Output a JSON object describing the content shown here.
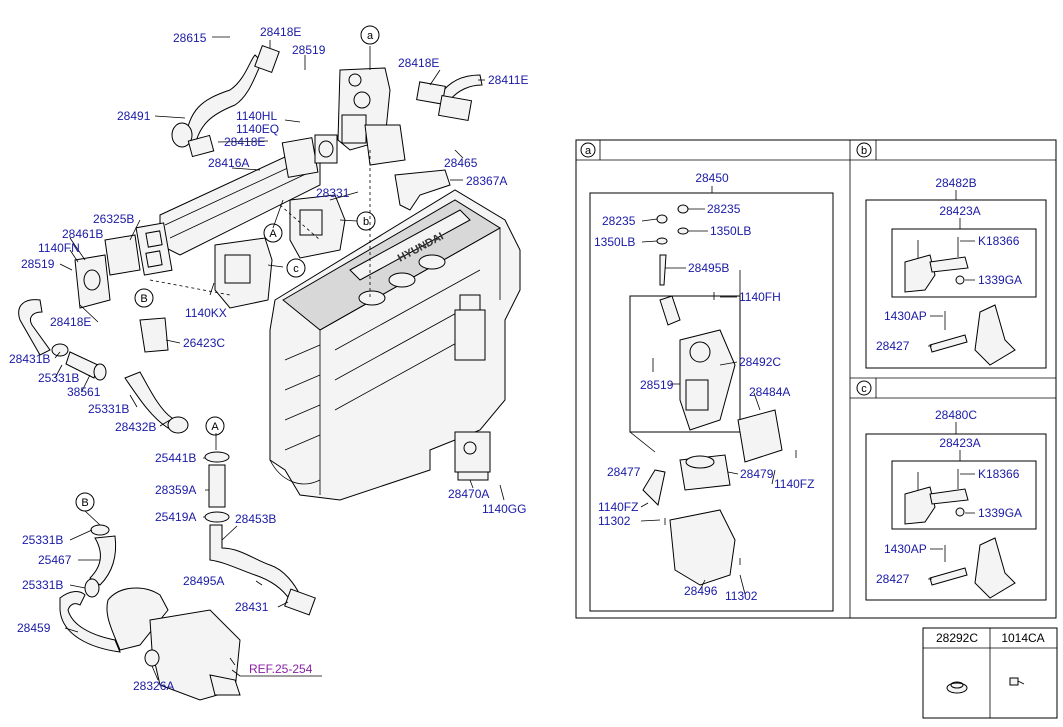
{
  "labels": {
    "p28615": "28615",
    "p28418E_1": "28418E",
    "p28519_1": "28519",
    "a_top": "a",
    "p28418E_2": "28418E",
    "p28411E": "28411E",
    "p28491": "28491",
    "p1140HL": "1140HL",
    "p1140EQ": "1140EQ",
    "p28418E_3": "28418E",
    "p28416A": "28416A",
    "p28465": "28465",
    "p28367A": "28367A",
    "p28331": "28331",
    "b_circ": "b",
    "c_circ": "c",
    "A_circ": "A",
    "B_circ": "B",
    "p26325B": "26325B",
    "p28461B": "28461B",
    "p1140FN": "1140FN",
    "p28519_2": "28519",
    "p28418E_4": "28418E",
    "p28431B": "28431B",
    "p25331B_1": "25331B",
    "p38561": "38561",
    "p25331B_2": "25331B",
    "p28432B": "28432B",
    "p26423C": "26423C",
    "p1140KX": "1140KX",
    "A2_circ": "A",
    "p25441B": "25441B",
    "p28359A": "28359A",
    "p25419A": "25419A",
    "p28453B": "28453B",
    "p28470A": "28470A",
    "p1140GG": "1140GG",
    "B2_circ": "B",
    "p25331B_3": "25331B",
    "p25467": "25467",
    "p25331B_4": "25331B",
    "p28495A_main": "28495A",
    "p28431": "28431",
    "p28459": "28459",
    "p28326A": "28326A",
    "ref": "REF.25-254",
    "brand": "HYUNDAI"
  },
  "panel_a": {
    "tag": "a",
    "assy": "28450",
    "p28235_l": "28235",
    "p28235_r": "28235",
    "p1350LB_l": "1350LB",
    "p1350LB_r": "1350LB",
    "p28495B": "28495B",
    "p1140FH": "1140FH",
    "p28492C": "28492C",
    "p28519": "28519",
    "p28484A": "28484A",
    "p28477": "28477",
    "p28479": "28479",
    "p1140FZ_r": "1140FZ",
    "p1140FZ_l": "1140FZ",
    "p11302_l": "11302",
    "p28496": "28496",
    "p11302_r": "11302"
  },
  "panel_b": {
    "tag": "b",
    "assy": "28482B",
    "sub": "28423A",
    "k": "K18366",
    "g": "1339GA",
    "ap": "1430AP",
    "p": "28427"
  },
  "panel_c": {
    "tag": "c",
    "assy": "28480C",
    "sub": "28423A",
    "k": "K18366",
    "g": "1339GA",
    "ap": "1430AP",
    "p": "28427"
  },
  "table": {
    "col1": "28292C",
    "col2": "1014CA"
  }
}
